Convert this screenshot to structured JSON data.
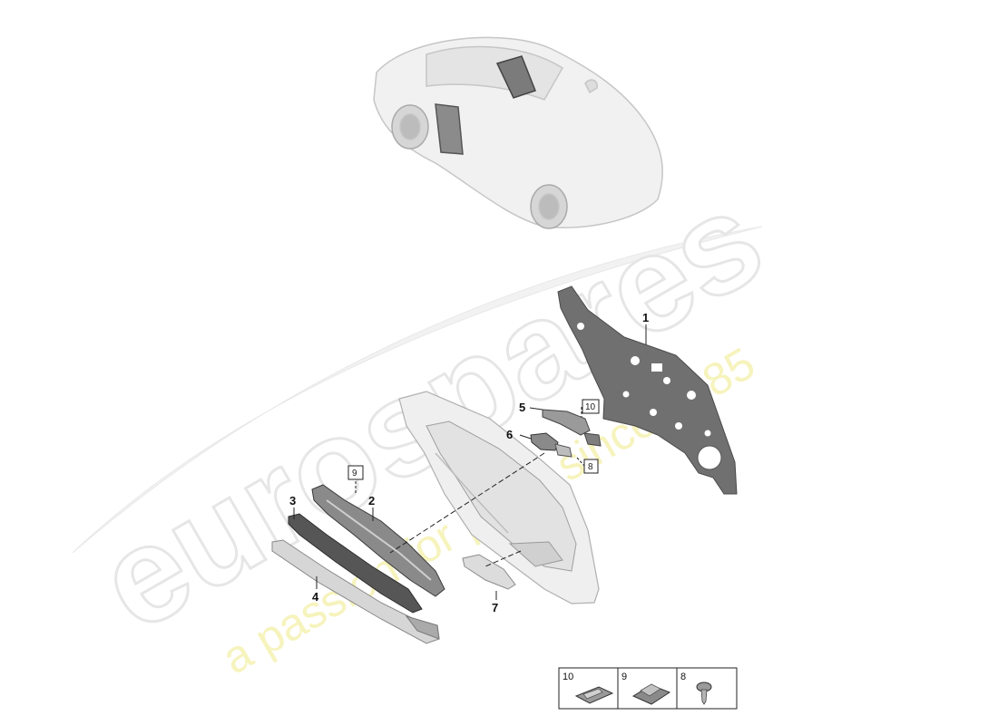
{
  "callouts": {
    "c1": "1",
    "c2": "2",
    "c3": "3",
    "c4": "4",
    "c5": "5",
    "c6": "6",
    "c7": "7"
  },
  "boxed_refs": {
    "b10": "10",
    "b8": "8",
    "b9": "9"
  },
  "legend": [
    {
      "number": "10",
      "icon": "clip-icon"
    },
    {
      "number": "9",
      "icon": "clip-nut-icon"
    },
    {
      "number": "8",
      "icon": "screw-icon"
    }
  ],
  "watermark": {
    "brand": "eurospares",
    "tagline": "a passion for parts since 1985"
  },
  "colors": {
    "line": "#222222",
    "part_dark": "#6e6e6e",
    "part_light": "#e9e9e9",
    "tagline": "#f3f0a8"
  }
}
